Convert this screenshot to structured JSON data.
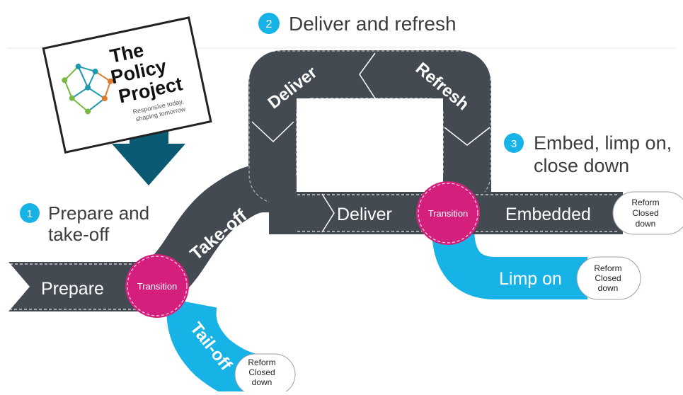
{
  "stages": {
    "deliver_refresh": {
      "number": "2",
      "text": "Deliver and refresh"
    },
    "prepare": {
      "number": "1",
      "line1": "Prepare and",
      "line2": "take-off"
    },
    "embed": {
      "number": "3",
      "line1": "Embed, limp on,",
      "line2": "close down"
    }
  },
  "logo": {
    "title_line1": "The",
    "title_line2": "Policy",
    "title_line3": "Project",
    "tagline_line1": "Responsive today,",
    "tagline_line2": "shaping tomorrow"
  },
  "road_labels": {
    "prepare": "Prepare",
    "take_off": "Take-off",
    "deliver_loop": "Deliver",
    "refresh": "Refresh",
    "deliver": "Deliver",
    "embedded": "Embedded",
    "limp_on": "Limp on",
    "tail_off": "Tail-off"
  },
  "transitions": {
    "left": "Transition",
    "right": "Transition"
  },
  "endpoints": {
    "embedded": {
      "line1": "Reform",
      "line2": "Closed",
      "line3": "down"
    },
    "limp_on": {
      "line1": "Reform",
      "line2": "Closed",
      "line3": "down"
    },
    "tail_off": {
      "line1": "Reform",
      "line2": "Closed",
      "line3": "down"
    }
  },
  "colors": {
    "road": "#434a52",
    "accent_blue": "#17b3e6",
    "transition": "#d51f7d",
    "text_dark": "#3c3c3c",
    "arrow_teal": "#0b5a74"
  }
}
